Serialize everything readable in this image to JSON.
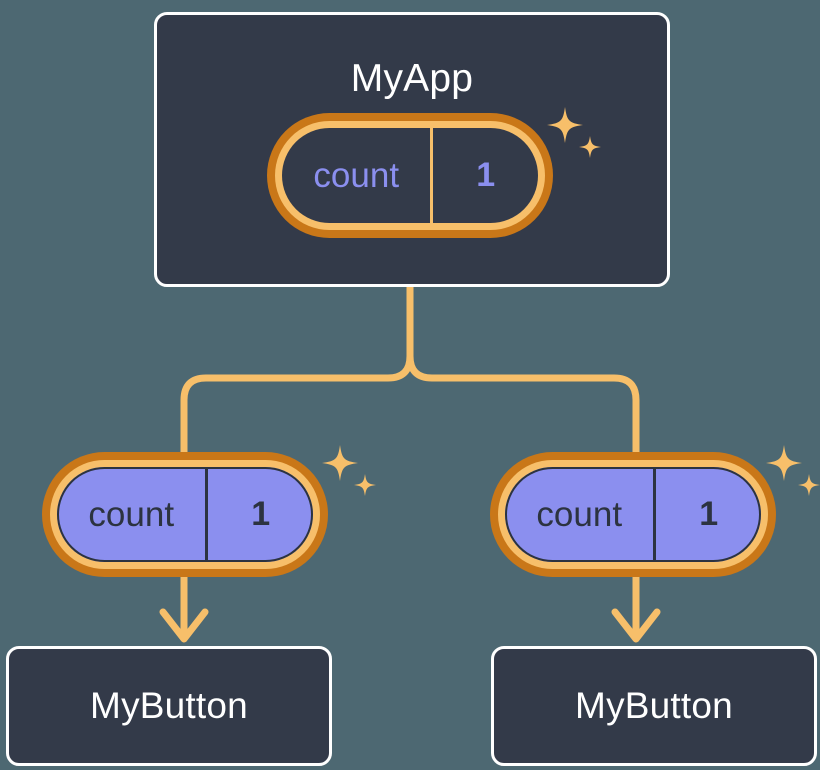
{
  "diagram": {
    "title_hidden": "",
    "background_color": "#4d6872",
    "accent_color": "#f7bf6a",
    "ring_outer_color": "#c97718",
    "ring_inner_color": "#f7bf6a",
    "state_fill_color": "#8b8fef",
    "card_fill_color": "#333a49",
    "card_border_color": "#ffffff"
  },
  "root": {
    "label": "MyApp",
    "state": {
      "key": "count",
      "value": "1",
      "sparkle_icon": "sparkle-icon"
    }
  },
  "children": [
    {
      "state": {
        "key": "count",
        "value": "1",
        "sparkle_icon": "sparkle-icon"
      },
      "label": "MyButton"
    },
    {
      "state": {
        "key": "count",
        "value": "1",
        "sparkle_icon": "sparkle-icon"
      },
      "label": "MyButton"
    }
  ]
}
